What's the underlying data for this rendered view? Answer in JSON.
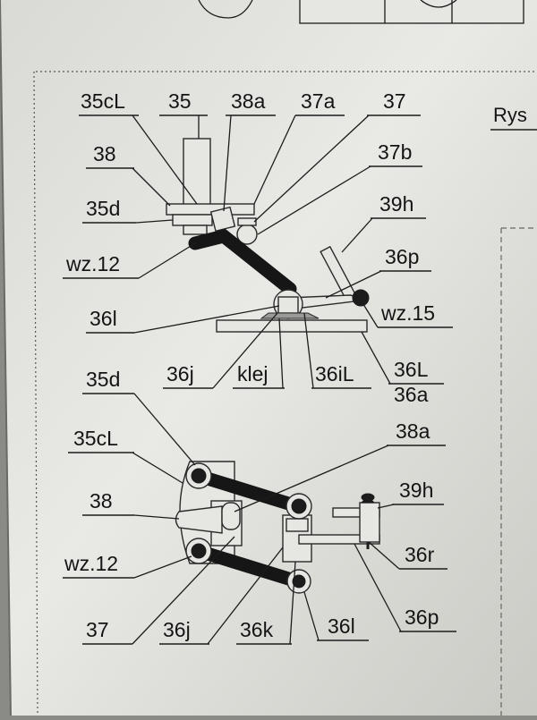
{
  "side_heading": "Rys",
  "top_view": {
    "labels": [
      "35cL",
      "35",
      "38a",
      "37a",
      "37",
      "38",
      "37b",
      "35d",
      "39h",
      "wz.12",
      "36p",
      "36l",
      "wz.15",
      "36j",
      "klej",
      "36iL",
      "36L",
      "36a"
    ]
  },
  "bottom_view": {
    "labels": [
      "35d",
      "38a",
      "35cL",
      "39h",
      "38",
      "wz.12",
      "36r",
      "37",
      "36j",
      "36k",
      "36l",
      "36p"
    ]
  },
  "colors": {
    "paper": "#e8e8e4",
    "background": "#8a8b86",
    "ink": "#161616"
  }
}
